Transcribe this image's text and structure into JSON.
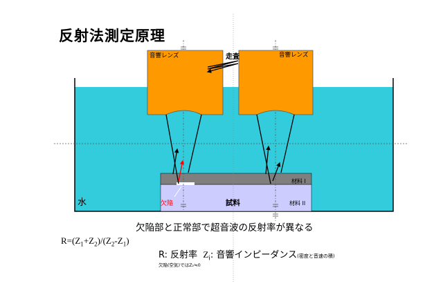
{
  "title": "反射法測定原理",
  "lens_label_left": "音響レンズ",
  "lens_label_right": "音響レンズ",
  "scan_label": "走査",
  "water_label": "水",
  "defect_label": "欠陥",
  "sample_label": "試料",
  "material1_label": "材料 I",
  "material2_label": "材料 II",
  "caption": "欠陥部と正常部で超音波の反射率が異なる",
  "formula": {
    "lead": "R=(Z",
    "s1": "1",
    "mid1": "+Z",
    "s2": "2",
    "mid2": ")/(Z",
    "s3": "2",
    "mid3": "-Z",
    "s4": "1",
    "tail": ")"
  },
  "legend": {
    "r_label": "R: 反射率",
    "z_letter": "Z",
    "z_sub": "i",
    "z_desc": ": 音響インピーダンス",
    "z_note": "(密度と音速の積)"
  },
  "note": "欠陥(空気)ではZ₂≒0",
  "colors": {
    "water": "#33ccdd",
    "lens": "#ff9900",
    "material1": "#7f7f7f",
    "sample": "#ccccff",
    "defect": "#ff0000",
    "arrow": "#000000"
  }
}
